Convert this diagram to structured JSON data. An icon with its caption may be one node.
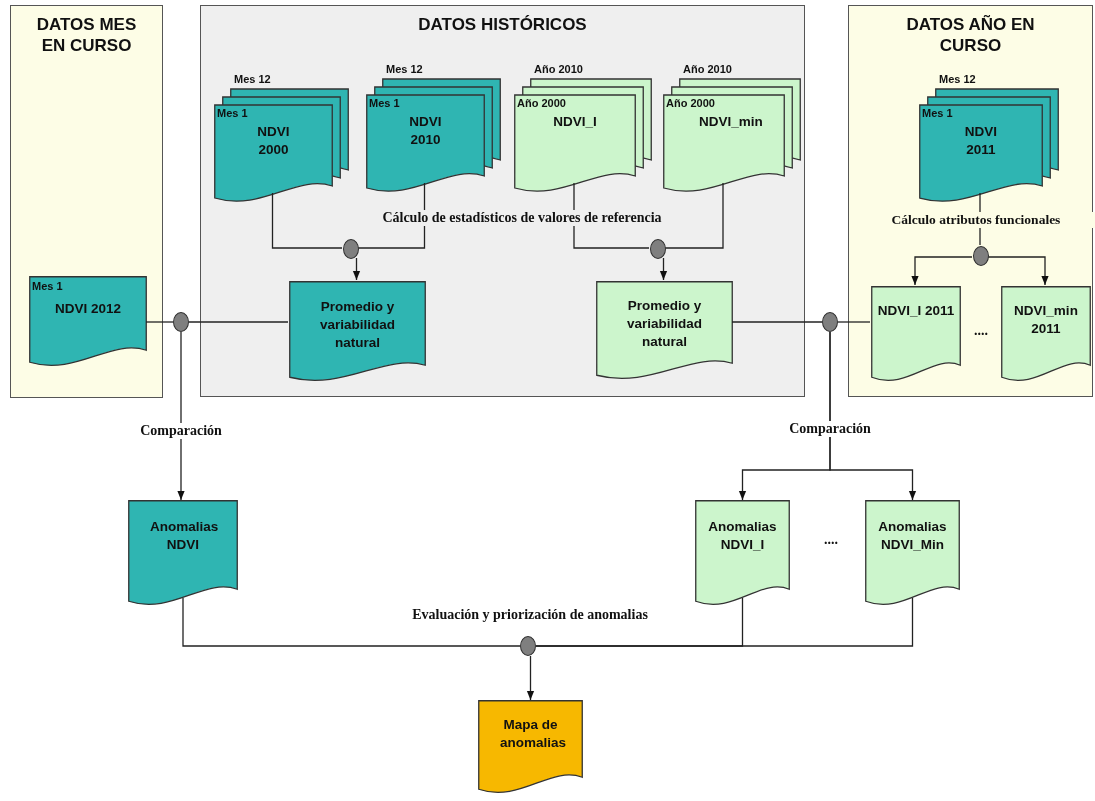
{
  "diagram": {
    "nodes": [
      {
        "text": [
          "DATOS MES EN CURSO"
        ]
      },
      {
        "text": [
          "Mes 1",
          "NDVI 2012"
        ],
        "in": 0
      },
      {
        "text": [
          "DATOS HISTÓRICOS"
        ]
      },
      {
        "text": [
          "Mes 12",
          "Mes 1",
          "NDVI 2000"
        ],
        "in": 2
      },
      {
        "text": [
          "Mes 12",
          "Mes 1",
          "NDVI 2010"
        ],
        "in": 2
      },
      {
        "text": [
          "Año 2010",
          "Año 2000",
          "NDVI_I"
        ],
        "in": 2
      },
      {
        "text": [
          "Año 2010",
          "Año 2000",
          "NDVI_min"
        ],
        "in": 2
      },
      {
        "text": [],
        "shape": "circle",
        "in": 2
      },
      {
        "text": [
          "Promedio y variabilidad natural"
        ],
        "in": 2
      },
      {
        "text": [],
        "shape": "circle",
        "in": 2
      },
      {
        "text": [
          "Promedio y variabilidad natural"
        ],
        "in": 2
      },
      {
        "text": [
          "DATOS AÑO EN CURSO"
        ]
      },
      {
        "text": [
          "Mes 12",
          "Mes 1",
          "NDVI 2011"
        ],
        "in": 11
      },
      {
        "text": [],
        "shape": "circle",
        "in": 11
      },
      {
        "text": [
          "NDVI_I 2011"
        ],
        "in": 11
      },
      {
        "text": [
          "NDVI_min 2011"
        ],
        "in": 11
      },
      {
        "text": [],
        "shape": "circle"
      },
      {
        "text": [],
        "shape": "circle"
      },
      {
        "text": [
          "Anomalias NDVI"
        ]
      },
      {
        "text": [
          "Anomalias NDVI_I"
        ]
      },
      {
        "text": [
          "Anomalias NDVI_Min"
        ]
      },
      {
        "text": [],
        "shape": "circle"
      },
      {
        "text": [
          "Mapa de anomalias"
        ]
      }
    ],
    "edges": [
      {
        "from": 3,
        "to": 7,
        "arrow": "none"
      },
      {
        "from": 4,
        "to": 7,
        "arrow": "none"
      },
      {
        "from": 7,
        "to": 8,
        "arrow": "to"
      },
      {
        "from": 5,
        "to": 9,
        "arrow": "none"
      },
      {
        "from": 6,
        "to": 9,
        "arrow": "none"
      },
      {
        "from": 9,
        "to": 10,
        "arrow": "to"
      },
      {
        "from": 12,
        "to": 13,
        "arrow": "none"
      },
      {
        "from": 13,
        "to": 14,
        "arrow": "to"
      },
      {
        "from": 13,
        "to": 15,
        "arrow": "to"
      },
      {
        "from": 1,
        "to": 16,
        "arrow": "none"
      },
      {
        "from": 8,
        "to": 16,
        "arrow": "none"
      },
      {
        "from": 16,
        "to": 18,
        "arrow": "to",
        "label": "Comparación"
      },
      {
        "from": 10,
        "to": 17,
        "arrow": "none"
      },
      {
        "from": 14,
        "to": 17,
        "arrow": "none"
      },
      {
        "from": 17,
        "to": 19,
        "arrow": "to",
        "label": "Comparación"
      },
      {
        "from": 17,
        "to": 20,
        "arrow": "to"
      },
      {
        "from": 18,
        "to": 21,
        "arrow": "none"
      },
      {
        "from": 19,
        "to": 21,
        "arrow": "none"
      },
      {
        "from": 20,
        "to": 21,
        "arrow": "none"
      },
      {
        "from": 21,
        "to": 22,
        "arrow": "to"
      }
    ],
    "labels": [
      "Cálculo de estadísticos de valores de referencia",
      "Cálculo atributos funcionales",
      "....",
      "....",
      "Evaluación y priorización de anomalias"
    ]
  }
}
